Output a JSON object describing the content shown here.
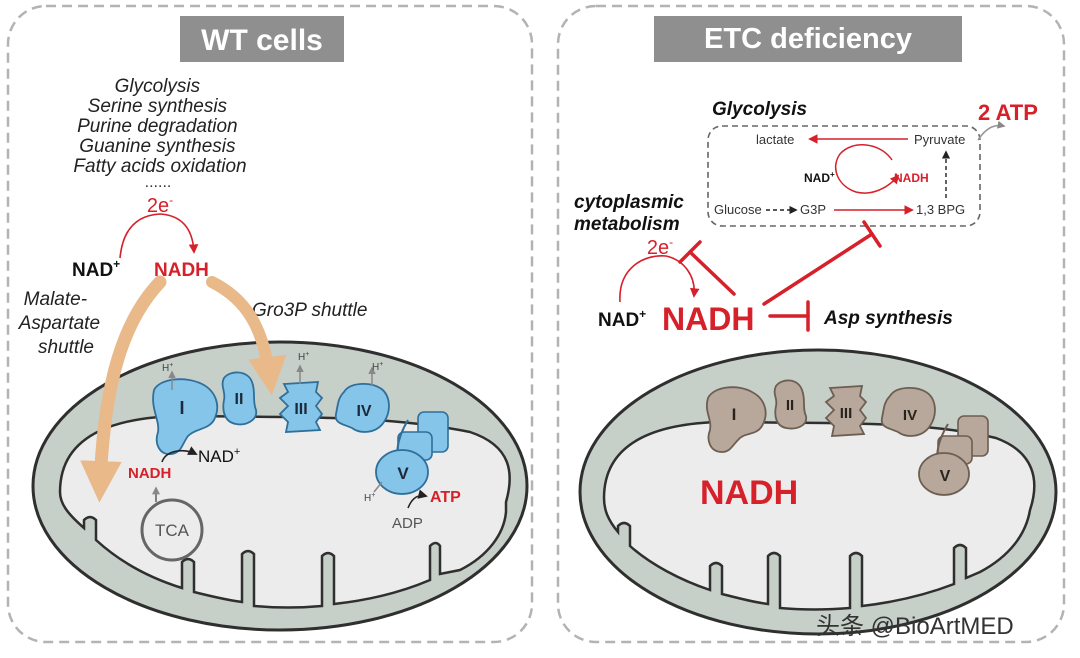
{
  "colors": {
    "red": "#d6202a",
    "peach": "#e9b98a",
    "blue_complex": "#86c5ea",
    "tan_complex": "#b7a89b",
    "membrane_fill": "#c7cfc9",
    "matrix_fill": "#ececec",
    "panel_border": "#b3b3b3",
    "title_bg": "#8f8f8f"
  },
  "wt": {
    "title": "WT cells",
    "pathways": [
      "Glycolysis",
      "Serine synthesis",
      "Purine degradation",
      "Guanine synthesis",
      "Fatty acids oxidation"
    ],
    "ellipsis": "......",
    "electrons": "2e",
    "electrons_sup": "-",
    "nad": "NAD",
    "nad_sup": "+",
    "nadh": "NADH",
    "malate_shuttle": [
      "Malate-",
      "Aspartate",
      "shuttle"
    ],
    "gro3p_shuttle": "Gro3P shuttle",
    "complexes": [
      "I",
      "II",
      "III",
      "IV",
      "V"
    ],
    "h_plus": "H",
    "h_sup": "+",
    "nadh_matrix": "NADH",
    "nad_matrix": "NAD",
    "nad_matrix_sup": "+",
    "tca": "TCA",
    "atp": "ATP",
    "adp": "ADP"
  },
  "etc": {
    "title": "ETC deficiency",
    "glycolysis": "Glycolysis",
    "atp2": "2 ATP",
    "lactate": "lactate",
    "pyruvate": "Pyruvate",
    "nad_small": "NAD",
    "nad_small_sup": "+",
    "nadh_small": "NADH",
    "glucose": "Glucose",
    "g3p": "G3P",
    "bpg": "1,3 BPG",
    "cyto_metab": [
      "cytoplasmic",
      "metabolism"
    ],
    "electrons": "2e",
    "electrons_sup": "-",
    "nad": "NAD",
    "nad_sup": "+",
    "nadh": "NADH",
    "asp": "Asp synthesis",
    "complexes": [
      "I",
      "II",
      "III",
      "IV",
      "V"
    ],
    "nadh_matrix": "NADH"
  },
  "watermark": "头条 @BioArtMED"
}
